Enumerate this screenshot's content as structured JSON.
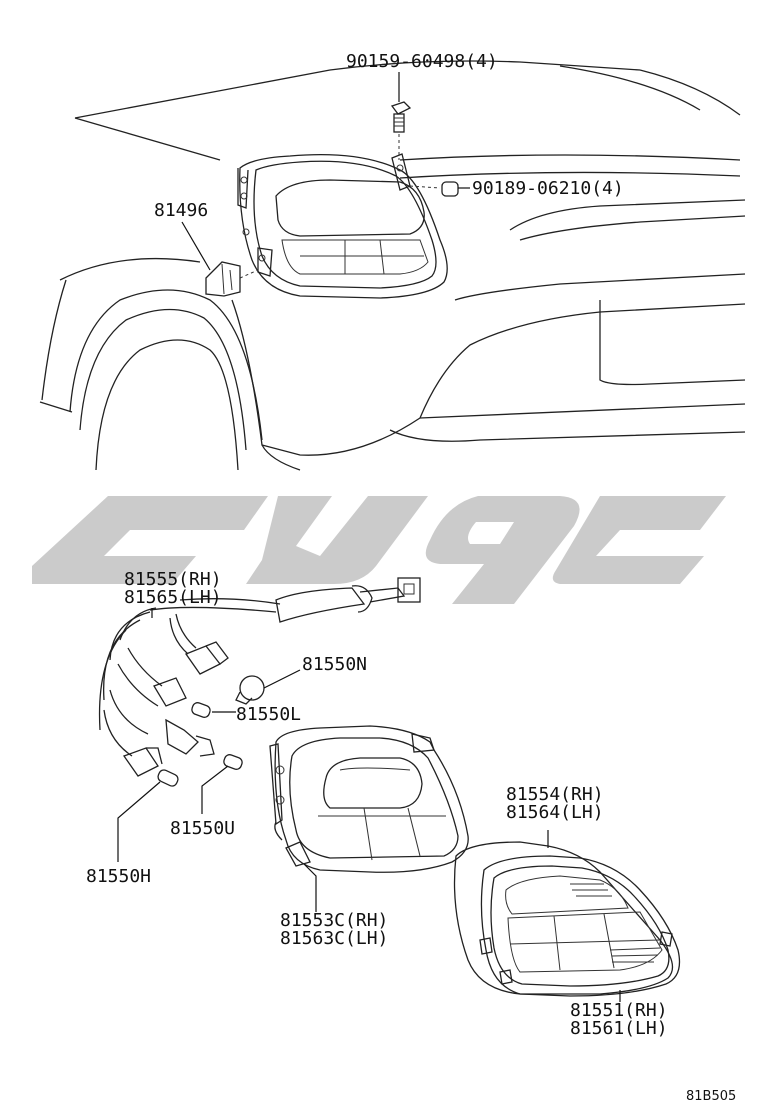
{
  "diagram": {
    "part_labels": {
      "screw": "90159-60498(4)",
      "clip": "90189-06210(4)",
      "connector": "81496",
      "socket_wire_rh": "81555(RH)",
      "socket_wire_lh": "81565(LH)",
      "bulb_n": "81550N",
      "bulb_l": "81550L",
      "bulb_u": "81550U",
      "bulb_h": "81550H",
      "gasket_rh": "81554(RH)",
      "gasket_lh": "81564(LH)",
      "housing_rh": "81553C(RH)",
      "housing_lh": "81563C(LH)",
      "lens_rh": "81551(RH)",
      "lens_lh": "81561(LH)"
    },
    "figure_code": "81B505"
  },
  "watermark": {
    "color": "#c8c8c8"
  }
}
